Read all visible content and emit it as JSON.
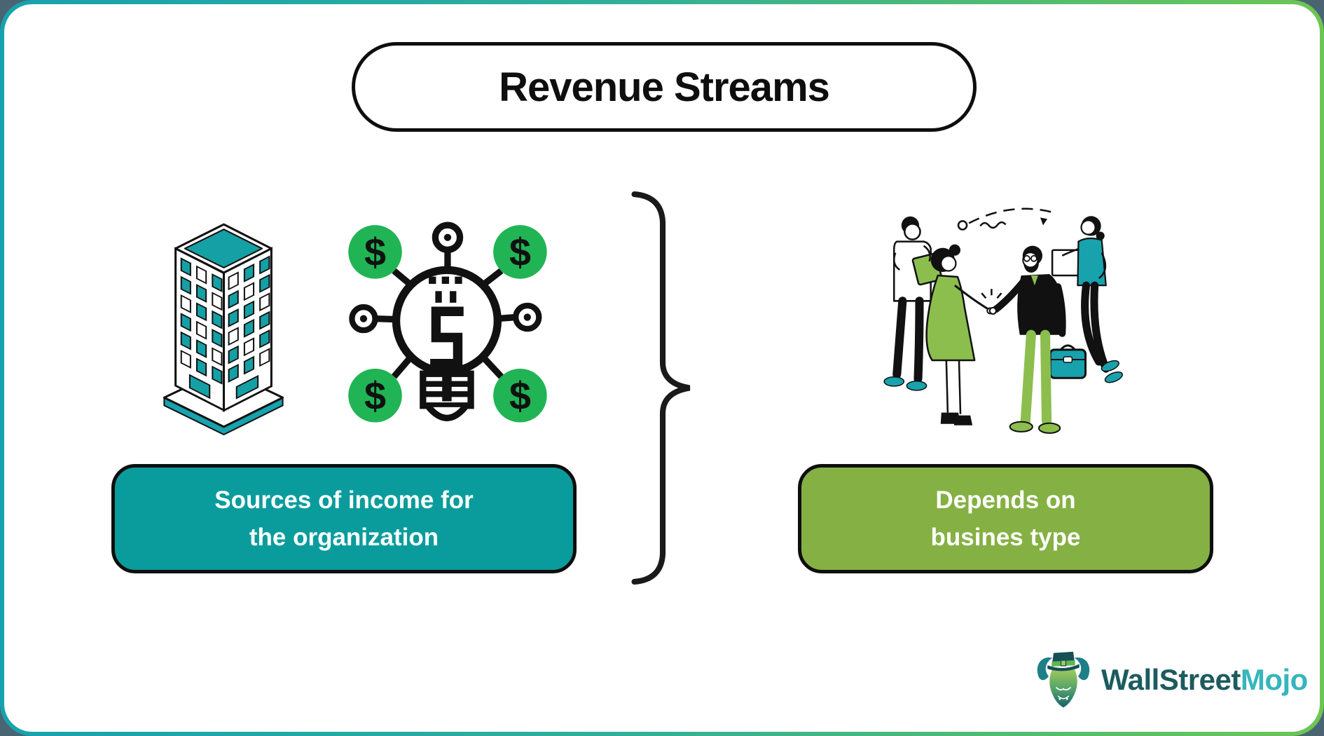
{
  "page": {
    "outside_color": "#4A6472",
    "frame_border_gradient_left": "#17A2AE",
    "frame_border_gradient_right": "#6CC653",
    "frame_background": "#FFFFFF"
  },
  "title": {
    "text": "Revenue Streams"
  },
  "symbols": {
    "dollar": "$",
    "brace_glyph": "}"
  },
  "left_panel": {
    "icons": [
      {
        "name": "isometric-office-building-icon",
        "accent_color": "#14A0A5"
      },
      {
        "name": "dollar-idea-lightbulb-icon",
        "coin_color": "#21B455"
      }
    ],
    "label": {
      "line1": "Sources of income for",
      "line2": "the organization",
      "background_color": "#0A9C9C",
      "text_color": "#FFFFFF"
    }
  },
  "right_panel": {
    "illustration": {
      "name": "business-people-handshake-illustration",
      "green": "#8CBE4E",
      "teal": "#17A2AE",
      "ink": "#111111"
    },
    "label": {
      "line1": "Depends on",
      "line2": "busines type",
      "background_color": "#85B043",
      "text_color": "#FFFFFF"
    }
  },
  "logo": {
    "text_part1": "WallStreet",
    "text_part2": "Mojo",
    "part1_color": "#1C5B5E",
    "part2_color": "#35B6BC",
    "mascot": "bull-with-top-hat"
  }
}
